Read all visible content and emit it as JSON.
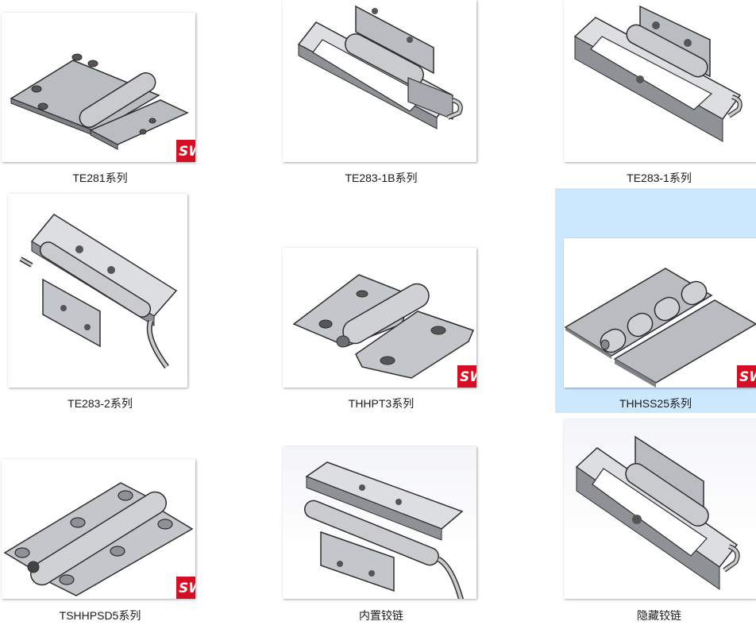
{
  "items": [
    {
      "label": "TE281系列",
      "icon": "hinge-flat-plate-icon",
      "selected": false
    },
    {
      "label": "TE283-1B系列",
      "icon": "hinge-channel-spring-icon",
      "selected": false
    },
    {
      "label": "TE283-1系列",
      "icon": "hinge-channel-holes-icon",
      "selected": false
    },
    {
      "label": "TE283-2系列",
      "icon": "hinge-lift-off-bent-pin-icon",
      "selected": false
    },
    {
      "label": "THHPT3系列",
      "icon": "hinge-offset-plate-icon",
      "selected": false
    },
    {
      "label": "THHSS25系列",
      "icon": "hinge-piano-knuckle-icon",
      "selected": true
    },
    {
      "label": "TSHHPSD5系列",
      "icon": "hinge-countersunk-plate-icon",
      "selected": false
    },
    {
      "label": "内置铰链",
      "icon": "hinge-built-in-icon",
      "selected": false
    },
    {
      "label": "隐藏铰链",
      "icon": "hinge-concealed-icon",
      "selected": false
    }
  ],
  "badge_text": "SW",
  "colors": {
    "selection": "#cce8ff",
    "badge": "#d40f25",
    "metal": "#a3a6aa"
  }
}
